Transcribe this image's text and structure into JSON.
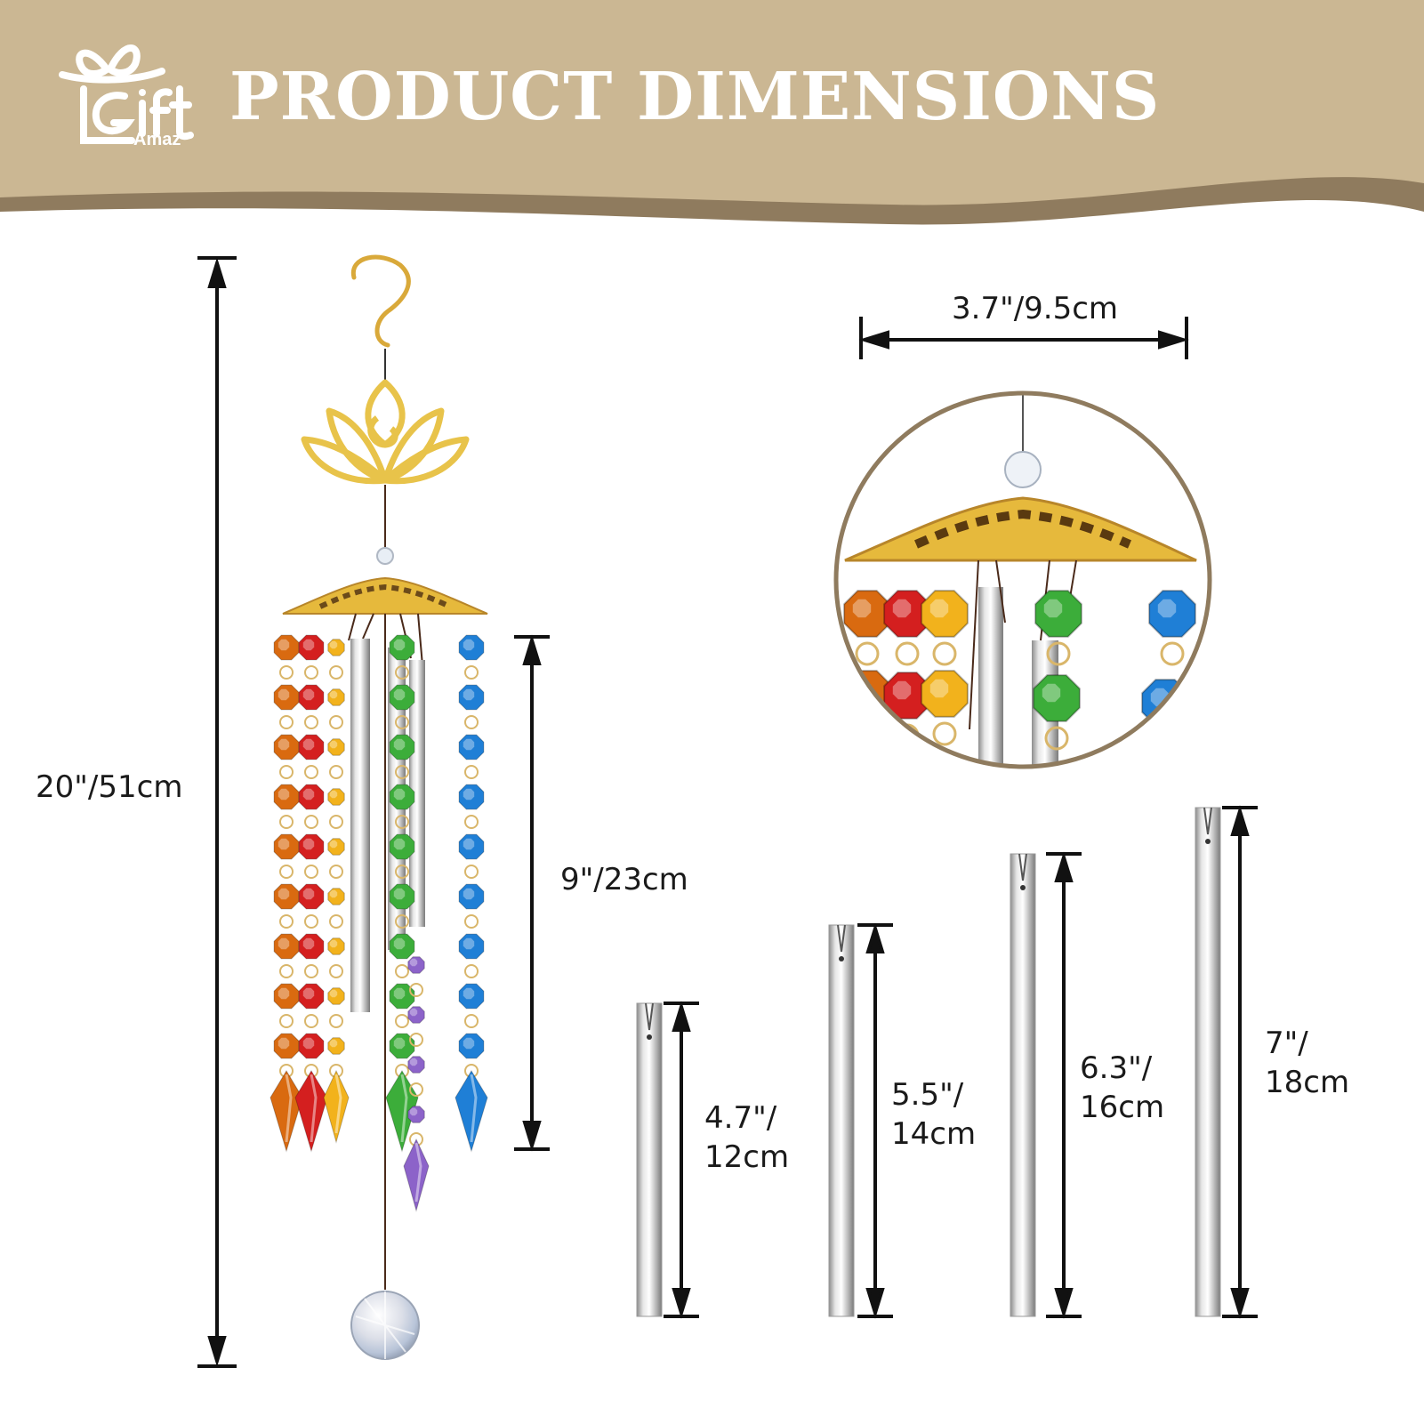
{
  "header": {
    "title": "PRODUCT DIMENSIONS",
    "brand": "Gift",
    "brand_sub": "Amaz",
    "band_color": "#cbb793",
    "band_edge_color": "#8f7b5e"
  },
  "dimensions": {
    "overall_height": "20\"/51cm",
    "crystal_length": "9\"/23cm",
    "top_width": "3.7\"/9.5cm",
    "tubes": [
      {
        "line1": "4.7\"/",
        "line2": "12cm"
      },
      {
        "line1": "5.5\"/",
        "line2": "14cm"
      },
      {
        "line1": "6.3\"/",
        "line2": "16cm"
      },
      {
        "line1": "7\"/",
        "line2": "18cm"
      }
    ]
  },
  "colors": {
    "gold": "#e8c34a",
    "crystal_red": "#d41f1f",
    "crystal_orange": "#d96a10",
    "crystal_yellow": "#f2b21c",
    "crystal_green": "#3cad3a",
    "crystal_purple": "#8c63c9",
    "crystal_blue": "#1f7fd6"
  },
  "icons": [
    "gift-box-icon",
    "lotus-icon",
    "s-hook-icon"
  ]
}
